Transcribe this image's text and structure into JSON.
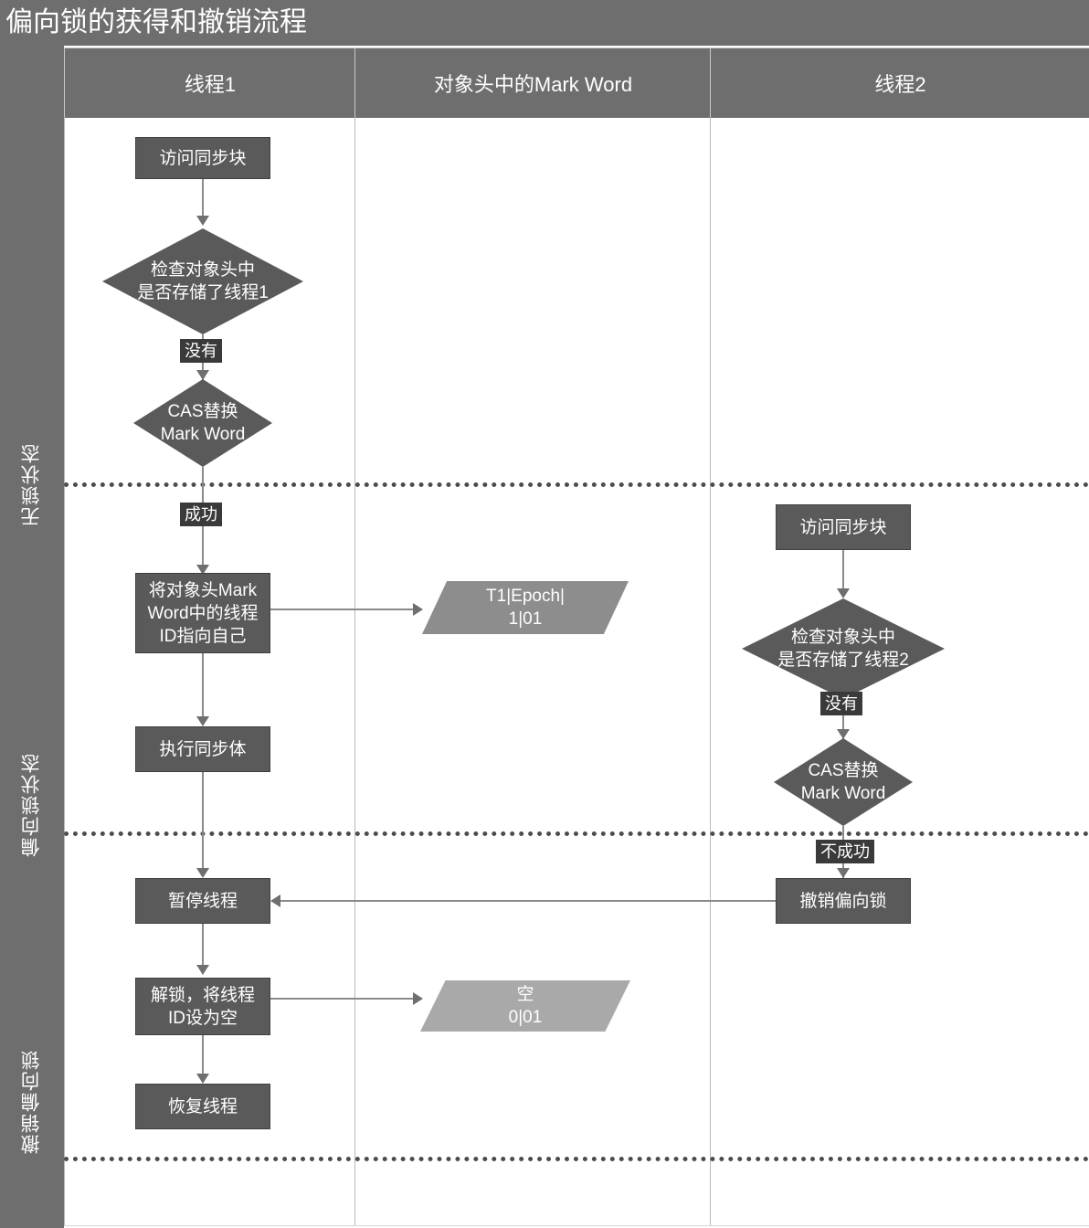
{
  "title": "偏向锁的获得和撤销流程",
  "lanes": [
    {
      "label": "无锁状态"
    },
    {
      "label": "偏向锁状态"
    },
    {
      "label": "撤销偏向锁"
    }
  ],
  "columns": [
    {
      "header": "线程1"
    },
    {
      "header": "对象头中的Mark Word"
    },
    {
      "header": "线程2"
    }
  ],
  "nodes": {
    "t1_access": "访问同步块",
    "t1_check": "检查对象头中\n是否存储了线程1",
    "t1_cas": "CAS替换\nMark Word",
    "t1_setid": "将对象头Mark\nWord中的线程\nID指向自己",
    "t1_exec": "执行同步体",
    "t1_pause": "暂停线程",
    "t1_unlock": "解锁，将线程\nID设为空",
    "t1_resume": "恢复线程",
    "mw_first": "T1|Epoch|\n1|01",
    "mw_second": "空\n0|01",
    "t2_access": "访问同步块",
    "t2_check": "检查对象头中\n是否存储了线程2",
    "t2_cas": "CAS替换\nMark Word",
    "t2_revoke": "撤销偏向锁"
  },
  "edge_labels": {
    "t1_none": "没有",
    "t1_success": "成功",
    "t2_none": "没有",
    "t2_fail": "不成功"
  },
  "colors": {
    "header_bar": "#6e6e6e",
    "node_fill": "#5a5a5a",
    "parallelogram_dark": "#8d8d8d",
    "parallelogram_light": "#a9a9a9",
    "connector": "#8a8a8a",
    "label_bg": "#3a3a3a",
    "divider": "#4c4c4c"
  }
}
